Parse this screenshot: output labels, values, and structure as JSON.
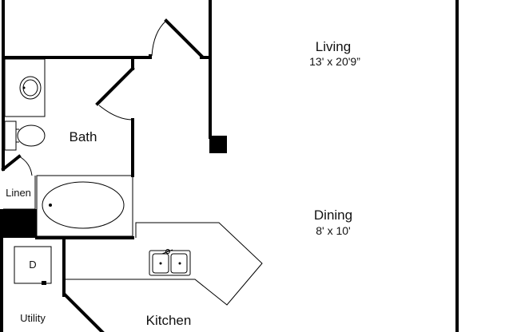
{
  "rooms": {
    "living": {
      "label": "Living",
      "dimensions": "13' x 20'9”"
    },
    "dining": {
      "label": "Dining",
      "dimensions": "8' x 10'"
    },
    "bath": {
      "label": "Bath"
    },
    "linen": {
      "label": "Linen"
    },
    "kitchen": {
      "label": "Kitchen"
    },
    "utility": {
      "label": "Utility"
    },
    "dryer": {
      "label": "D"
    }
  }
}
